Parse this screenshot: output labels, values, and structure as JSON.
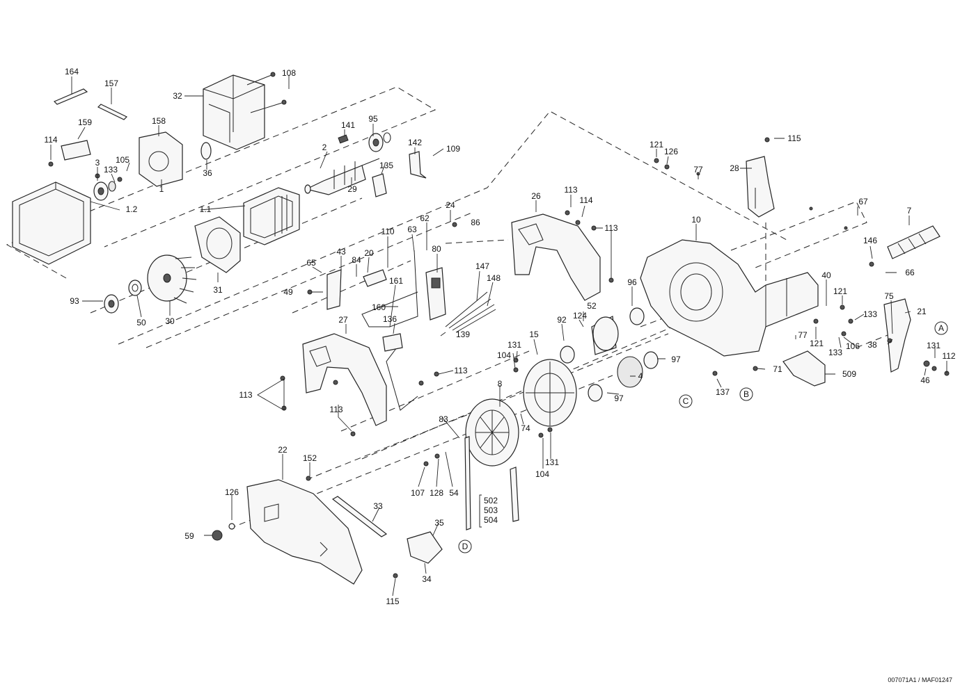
{
  "labels": {
    "p164": "164",
    "p157": "157",
    "p32": "32",
    "p108": "108",
    "p159": "159",
    "p158": "158",
    "p114a": "114",
    "p3": "3",
    "p133a": "133",
    "p105": "105",
    "p1": "1",
    "p36": "36",
    "p1_2": "1.2",
    "p1_1": "1.1",
    "p141": "141",
    "p95": "95",
    "p2": "2",
    "p135": "135",
    "p142": "142",
    "p109": "109",
    "p29": "29",
    "p121a": "121",
    "p126a": "126",
    "p115a": "115",
    "p77a": "77",
    "p28": "28",
    "p67": "67",
    "p7": "7",
    "p113a": "113",
    "p114b": "114",
    "p26": "26",
    "p24": "24",
    "p86": "86",
    "p113b": "113",
    "p10": "10",
    "p146": "146",
    "p66": "66",
    "p110": "110",
    "p63": "63",
    "p62": "62",
    "p80": "80",
    "p43": "43",
    "p20": "20",
    "p65": "65",
    "p84": "84",
    "p147": "147",
    "p148": "148",
    "p49": "49",
    "p31": "31",
    "p161": "161",
    "p96": "96",
    "p40": "40",
    "p121b": "121",
    "p75": "75",
    "p21": "21",
    "p93": "93",
    "p50": "50",
    "p30": "30",
    "p160": "160",
    "p52": "52",
    "p124": "124",
    "p136": "136",
    "p27": "27",
    "p139": "139",
    "p92": "92",
    "p133b": "133",
    "p77b": "77",
    "p121c": "121",
    "p106": "106",
    "p133c": "133",
    "p38": "38",
    "p131a": "131",
    "p112": "112",
    "p15": "15",
    "p104a": "104",
    "p131b": "131",
    "p97a": "97",
    "p71": "71",
    "p46": "46",
    "p113c": "113",
    "p509": "509",
    "p4": "4",
    "p8": "8",
    "p137": "137",
    "p97b": "97",
    "p113d": "113",
    "p113e": "113",
    "p83": "83",
    "p74": "74",
    "p104b": "104",
    "p131c": "131",
    "p22": "22",
    "p152": "152",
    "p126b": "126",
    "p107": "107",
    "p128": "128",
    "p54": "54",
    "p33": "33",
    "p59": "59",
    "p502": "502",
    "p503": "503",
    "p504": "504",
    "p35": "35",
    "p34": "34",
    "p115b": "115"
  },
  "refs": {
    "A": "A",
    "B": "B",
    "C": "C",
    "D": "D"
  },
  "footer": {
    "drawing_code": "007071A1 / MAF01247"
  }
}
